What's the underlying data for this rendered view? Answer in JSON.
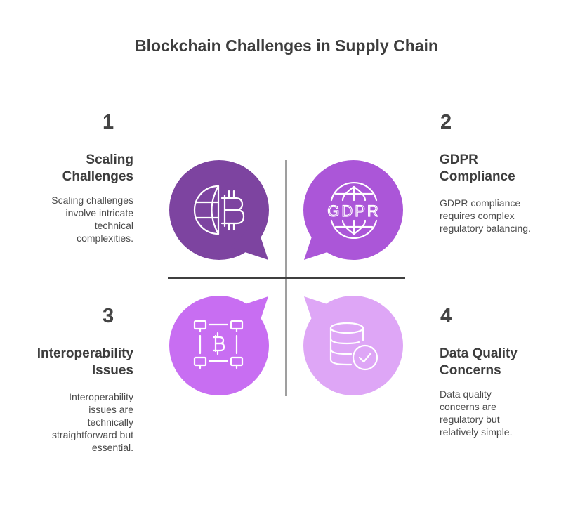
{
  "title": "Blockchain Challenges in Supply Chain",
  "colors": {
    "q1": "#7d44a0",
    "q2": "#ab56d8",
    "q3": "#c86ef2",
    "q4": "#dea6f6",
    "divider": "#3f3f3f"
  },
  "quadrants": [
    {
      "number": "1",
      "heading": "Scaling\nChallenges",
      "description": "Scaling challenges\ninvolve intricate\ntechnical\ncomplexities.",
      "icon": "globe-bitcoin-icon"
    },
    {
      "number": "2",
      "heading": "GDPR\nCompliance",
      "description": "GDPR compliance\nrequires complex\nregulatory balancing.",
      "icon": "globe-gdpr-icon",
      "icon_text": "GDPR"
    },
    {
      "number": "3",
      "heading": "Interoperability\nIssues",
      "description": "Interoperability\nissues are\ntechnically\nstraightforward but\nessential.",
      "icon": "network-bitcoin-icon"
    },
    {
      "number": "4",
      "heading": "Data Quality\nConcerns",
      "description": "Data quality\nconcerns are\nregulatory but\nrelatively simple.",
      "icon": "database-check-icon"
    }
  ]
}
